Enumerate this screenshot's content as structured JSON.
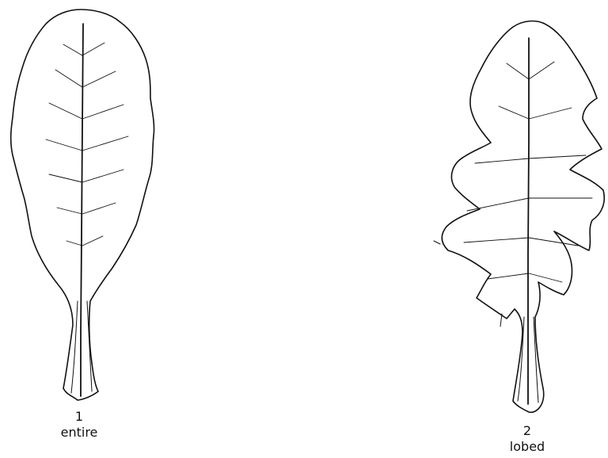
{
  "leaves": [
    {
      "number": "1",
      "label": "entire"
    },
    {
      "number": "2",
      "label": "lobed"
    }
  ]
}
